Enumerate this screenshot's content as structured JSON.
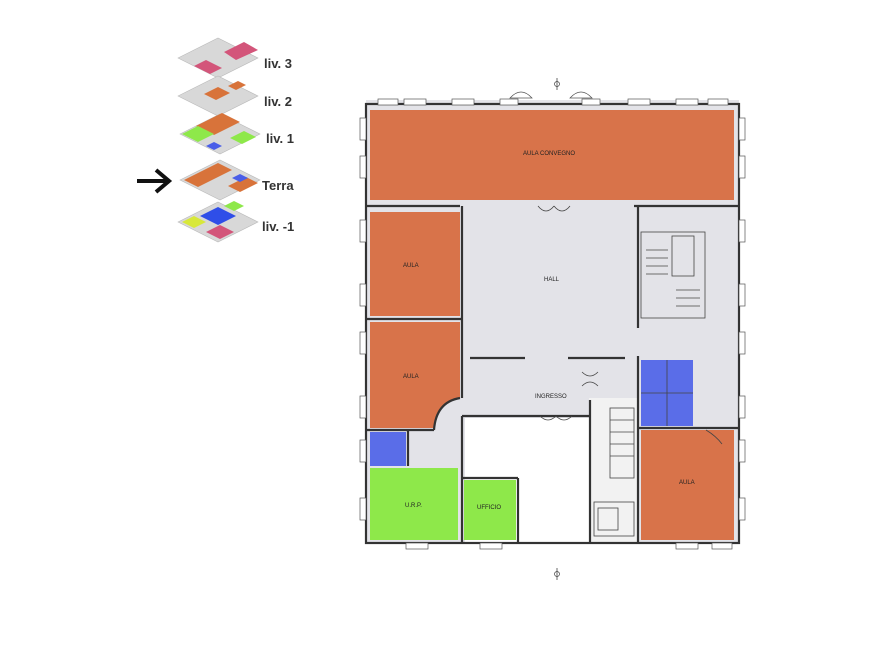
{
  "levels": [
    {
      "label": "liv. 3",
      "current": false
    },
    {
      "label": "liv. 2",
      "current": false
    },
    {
      "label": "liv. 1",
      "current": false
    },
    {
      "label": "Terra",
      "current": true
    },
    {
      "label": "liv. -1",
      "current": false
    }
  ],
  "indicator": {
    "icon": "arrow-right-icon"
  },
  "colors": {
    "aula": "#d8734a",
    "hall": "#e3e3e8",
    "services": "#5a6de8",
    "office": "#8ee84a",
    "courtyard": "#ffffff",
    "pink": "#d3557a",
    "floor_gray": "#dcdcdc",
    "wall": "#333333"
  },
  "rooms": {
    "aula_convegno": "AULA CONVEGNO",
    "aula_1": "AULA",
    "aula_2": "AULA",
    "aula_3": "AULA",
    "hall": "HALL",
    "ingresso": "INGRESSO",
    "urp": "U.R.P.",
    "ufficio": "UFFICIO"
  }
}
